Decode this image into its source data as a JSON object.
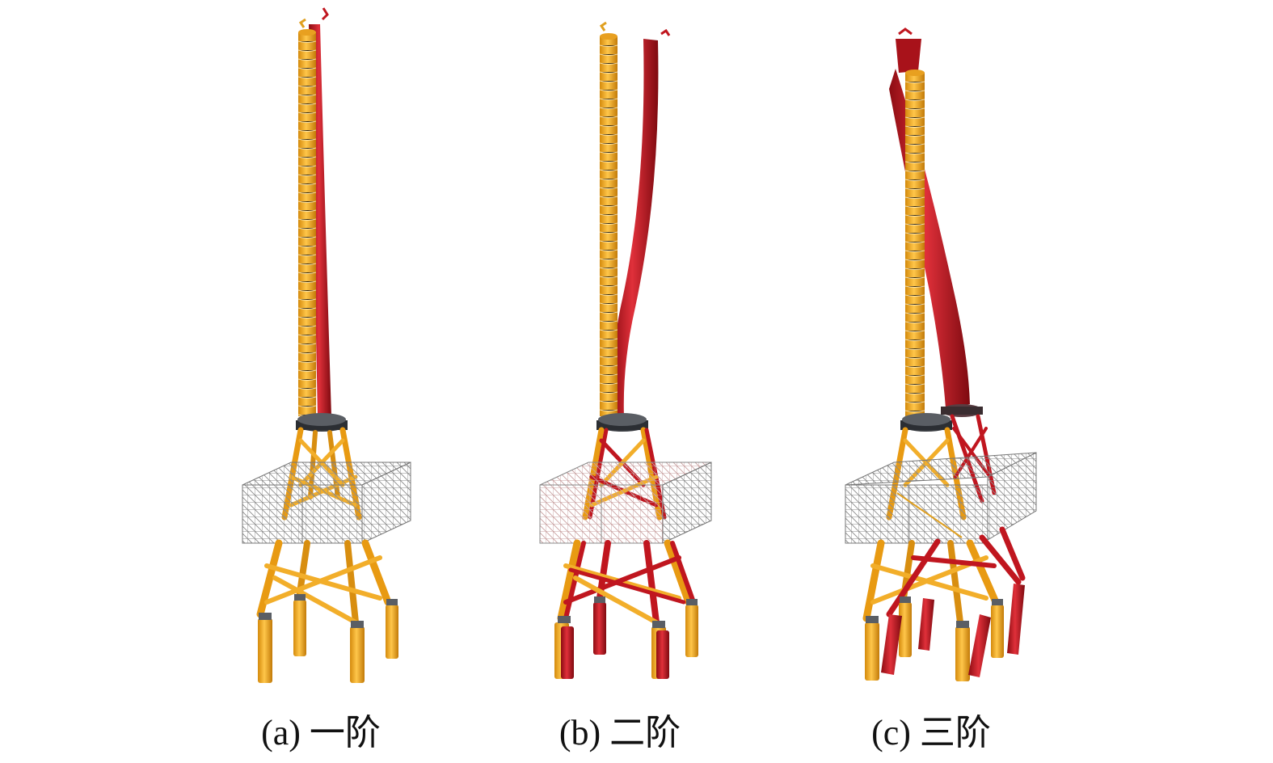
{
  "panels": [
    {
      "id": "a",
      "caption": "(a) 一阶",
      "mode": "first",
      "colors": {
        "original": "#F0A51B",
        "deformed": "#C0161F",
        "grid": "#8a8a8a",
        "collar": "#3a3d42"
      }
    },
    {
      "id": "b",
      "caption": "(b) 二阶",
      "mode": "second",
      "colors": {
        "original": "#F0A51B",
        "deformed": "#C0161F",
        "grid": "#8a8a8a",
        "collar": "#3a3d42"
      }
    },
    {
      "id": "c",
      "caption": "(c) 三阶",
      "mode": "third",
      "colors": {
        "original": "#F0A51B",
        "deformed": "#C0161F",
        "grid": "#8a8a8a",
        "collar": "#3a3d42"
      }
    }
  ],
  "icons": {
    "structure": "jacket-foundation-wind-turbine-tower-icon"
  }
}
